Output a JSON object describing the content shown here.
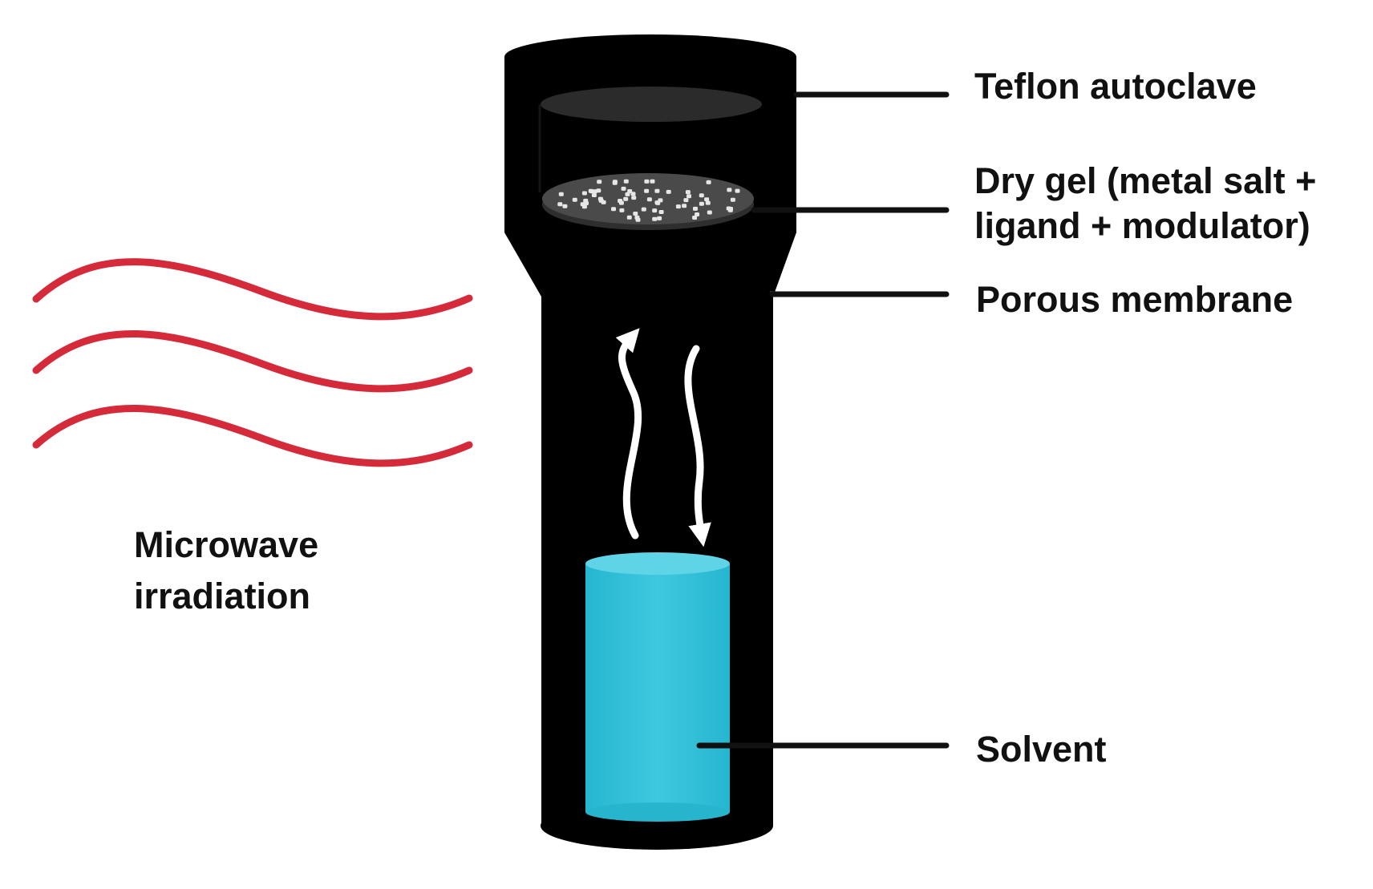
{
  "labels": {
    "teflon_autoclave": "Teflon autoclave",
    "dry_gel_line1": "Dry gel (metal salt +",
    "dry_gel_line2": "ligand + modulator)",
    "porous_membrane": "Porous membrane",
    "solvent": "Solvent",
    "microwave_line1": "Microwave",
    "microwave_line2": "irradiation"
  },
  "colors": {
    "autoclave_body": "#000000",
    "lid_opening": "#2b2b2b",
    "dry_gel_disc": "#4a4a4a",
    "dry_gel_particles": "#e6e6e6",
    "solvent": "#2dbfd8",
    "solvent_top": "#5fd4e6",
    "microwave_waves": "#d42a3a",
    "vapor_arrows": "#ffffff",
    "leader_lines": "#111111"
  },
  "icons": {
    "microwave": "wavy-lines-icon",
    "vapor_up": "curved-arrow-up-icon",
    "vapor_down": "curved-arrow-down-icon"
  }
}
